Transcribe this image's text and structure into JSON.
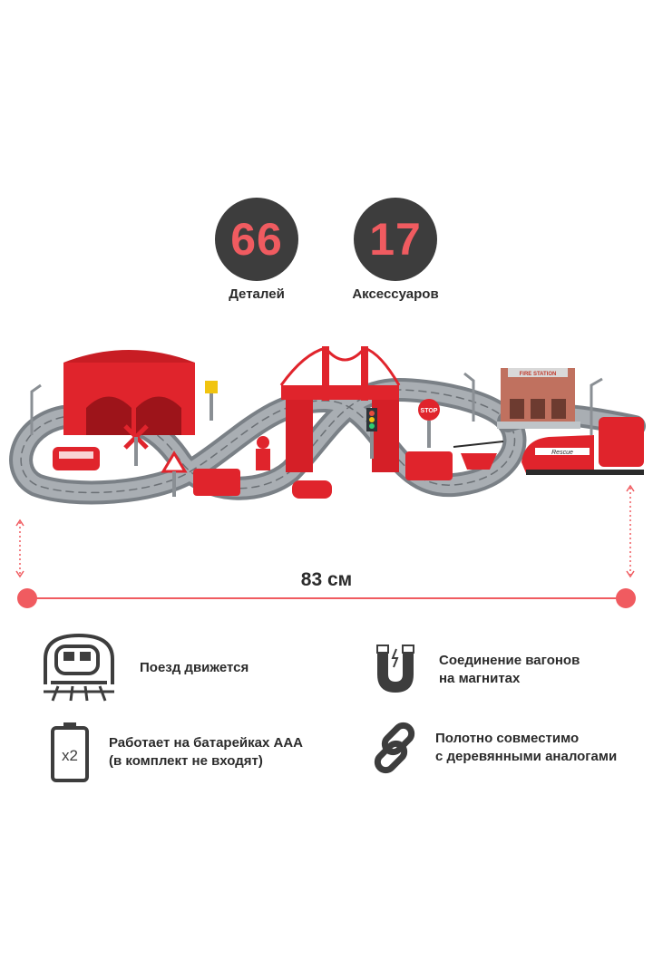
{
  "stats": [
    {
      "value": "66",
      "label": "Деталей"
    },
    {
      "value": "17",
      "label": "Аксессуаров"
    }
  ],
  "scene": {
    "station_sign": "FIRE STATION",
    "stop_sign": "STOP",
    "train_label": "Rescue"
  },
  "dimension": {
    "label": "83 см"
  },
  "features": [
    {
      "icon": "train-tunnel-icon",
      "line1": "Поезд движется",
      "line2": ""
    },
    {
      "icon": "magnet-icon",
      "line1": "Соединение вагонов",
      "line2": "на магнитах"
    },
    {
      "icon": "battery-x2-icon",
      "line1": "Работает на батарейках ААА",
      "line2": "(в комплект не входят)"
    },
    {
      "icon": "chain-link-icon",
      "line1": "Полотно совместимо",
      "line2": "с деревянными аналогами"
    }
  ],
  "colors": {
    "accent": "#f05b60",
    "dark": "#3d3d3d",
    "track": "#8a9096",
    "toy_red": "#e0242c"
  }
}
